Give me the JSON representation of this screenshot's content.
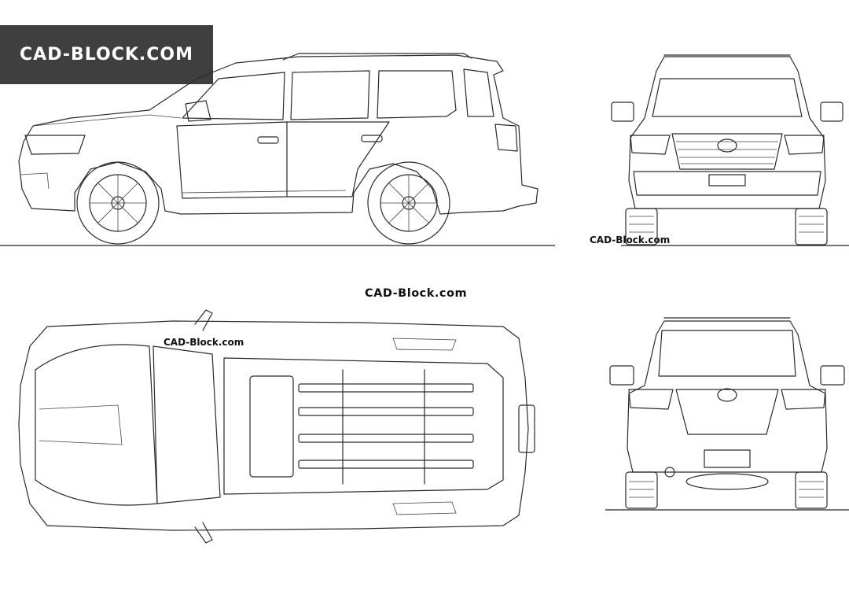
{
  "logo": {
    "text": "CAD-BLOCK.COM"
  },
  "watermarks": {
    "front_view": "CAD-Block.com",
    "center": "CAD-Block.com",
    "top_view": "CAD-Block.com"
  },
  "colors": {
    "logo_background": "#3f3f3f",
    "logo_text": "#ffffff",
    "line": "#2a2a2a",
    "background": "#ffffff"
  },
  "views": [
    "side-view",
    "front-view",
    "top-view",
    "rear-view"
  ]
}
